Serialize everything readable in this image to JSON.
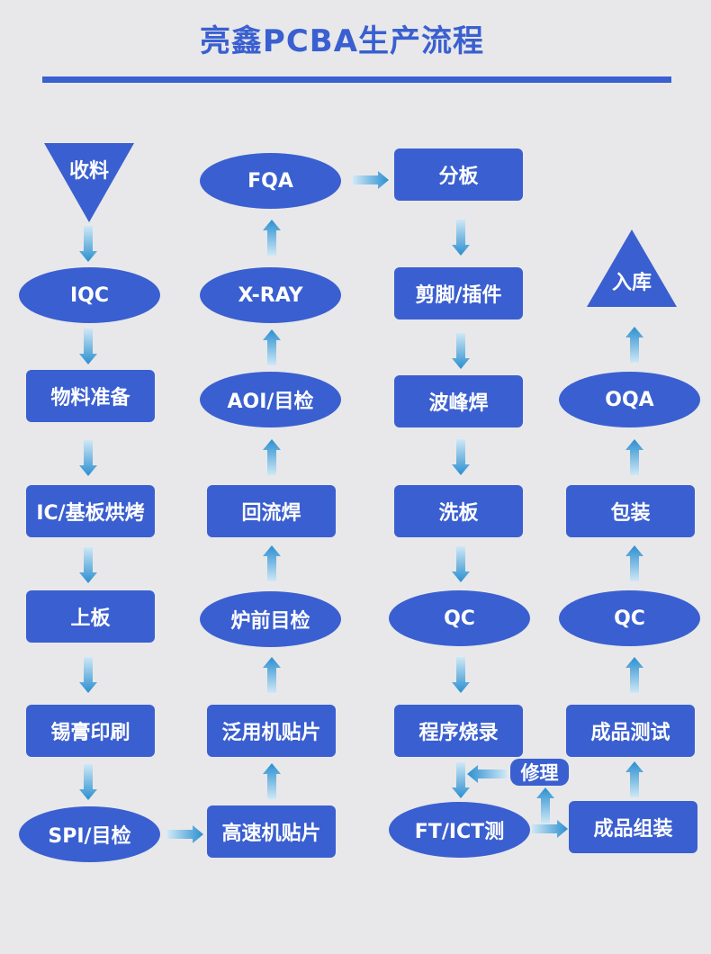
{
  "title": "亮鑫PCBA生产流程",
  "colors": {
    "accent": "#3a5fd0",
    "arrow_light": "#cfe8f6",
    "arrow_dark": "#2a8fd0",
    "background": "#e8e8ea"
  },
  "nodes": {
    "shouliao": "收料",
    "iqc": "IQC",
    "wuliao": "物料准备",
    "ic_hongkao": "IC/基板烘烤",
    "shangban": "上板",
    "xigao": "锡膏印刷",
    "spi": "SPI/目检",
    "fqa": "FQA",
    "xray": "X-RAY",
    "aoi": "AOI/目检",
    "huiliu": "回流焊",
    "luqian": "炉前目检",
    "fanyong": "泛用机贴片",
    "gaosu": "高速机贴片",
    "fenban": "分板",
    "jianjiao": "剪脚/插件",
    "bofeng": "波峰焊",
    "xiban": "洗板",
    "qc1": "QC",
    "shaolu": "程序烧录",
    "ftict": "FT/ICT测",
    "xiuli": "修理",
    "ruku": "入库",
    "oqa": "OQA",
    "baozhuang": "包装",
    "qc2": "QC",
    "ceshi": "成品测试",
    "zuzhuang": "成品组装"
  }
}
